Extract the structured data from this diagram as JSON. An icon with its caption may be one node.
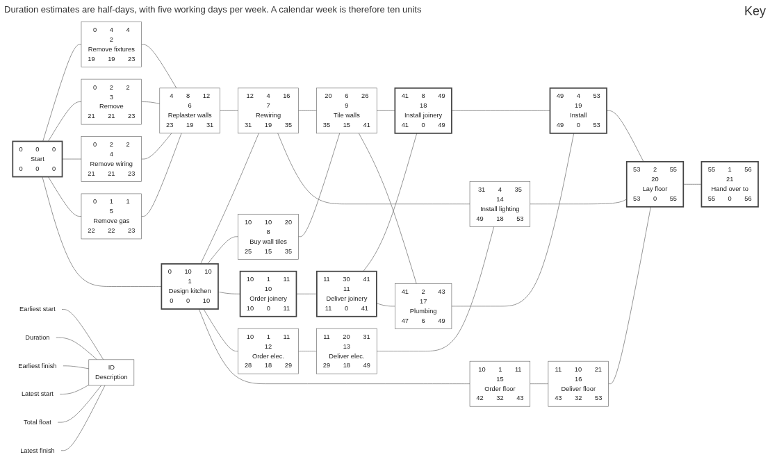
{
  "diagram": {
    "nodes": [
      {
        "text": [
          "0",
          "0",
          "0",
          "Start",
          "0",
          "0",
          "0"
        ]
      },
      {
        "text": [
          "0",
          "10",
          "10",
          "1",
          "Design kitchen",
          "0",
          "0",
          "10"
        ]
      },
      {
        "text": [
          "0",
          "4",
          "4",
          "2",
          "Remove fixtures",
          "19",
          "19",
          "23"
        ]
      },
      {
        "text": [
          "0",
          "2",
          "2",
          "3",
          "Remove",
          "21",
          "21",
          "23"
        ]
      },
      {
        "text": [
          "0",
          "2",
          "2",
          "4",
          "Remove wiring",
          "21",
          "21",
          "23"
        ]
      },
      {
        "text": [
          "0",
          "1",
          "1",
          "5",
          "Remove gas",
          "22",
          "22",
          "23"
        ]
      },
      {
        "text": [
          "4",
          "8",
          "12",
          "6",
          "Replaster walls",
          "23",
          "19",
          "31"
        ]
      },
      {
        "text": [
          "12",
          "4",
          "16",
          "7",
          "Rewiring",
          "31",
          "19",
          "35"
        ]
      },
      {
        "text": [
          "10",
          "10",
          "20",
          "8",
          "Buy wall tiles",
          "25",
          "15",
          "35"
        ]
      },
      {
        "text": [
          "20",
          "6",
          "26",
          "9",
          "Tile walls",
          "35",
          "15",
          "41"
        ]
      },
      {
        "text": [
          "10",
          "1",
          "11",
          "10",
          "Order joinery",
          "10",
          "0",
          "11"
        ]
      },
      {
        "text": [
          "11",
          "30",
          "41",
          "11",
          "Deliver joinery",
          "11",
          "0",
          "41"
        ]
      },
      {
        "text": [
          "10",
          "1",
          "11",
          "12",
          "Order elec.",
          "28",
          "18",
          "29"
        ]
      },
      {
        "text": [
          "11",
          "20",
          "31",
          "13",
          "Deliver elec.",
          "29",
          "18",
          "49"
        ]
      },
      {
        "text": [
          "31",
          "4",
          "35",
          "14",
          "Install lighting",
          "49",
          "18",
          "53"
        ]
      },
      {
        "text": [
          "10",
          "1",
          "11",
          "15",
          "Order floor",
          "42",
          "32",
          "43"
        ]
      },
      {
        "text": [
          "11",
          "10",
          "21",
          "16",
          "Deliver floor",
          "43",
          "32",
          "53"
        ]
      },
      {
        "text": [
          "41",
          "2",
          "43",
          "17",
          "Plumbing",
          "47",
          "6",
          "49"
        ]
      },
      {
        "text": [
          "41",
          "8",
          "49",
          "18",
          "Install joinery",
          "41",
          "0",
          "49"
        ]
      },
      {
        "text": [
          "49",
          "4",
          "53",
          "19",
          "Install",
          "49",
          "0",
          "53"
        ]
      },
      {
        "text": [
          "53",
          "2",
          "55",
          "20",
          "Lay floor",
          "53",
          "0",
          "55"
        ]
      },
      {
        "text": [
          "55",
          "1",
          "56",
          "21",
          "Hand over to",
          "55",
          "0",
          "56"
        ]
      },
      {
        "text": [
          "ID",
          "Description"
        ]
      },
      {
        "text": [
          "Earliest start"
        ]
      },
      {
        "text": [
          "Duration"
        ]
      },
      {
        "text": [
          "Earliest finish"
        ]
      },
      {
        "text": [
          "Latest start"
        ]
      },
      {
        "text": [
          "Total float"
        ]
      },
      {
        "text": [
          "Latest finish"
        ]
      }
    ],
    "edges": [
      {
        "from": 0,
        "to": 2,
        "arrow": "none"
      },
      {
        "from": 0,
        "to": 3,
        "arrow": "none"
      },
      {
        "from": 0,
        "to": 4,
        "arrow": "none"
      },
      {
        "from": 0,
        "to": 5,
        "arrow": "none"
      },
      {
        "from": 0,
        "to": 1,
        "arrow": "none"
      },
      {
        "from": 2,
        "to": 6,
        "arrow": "none"
      },
      {
        "from": 3,
        "to": 6,
        "arrow": "none"
      },
      {
        "from": 4,
        "to": 6,
        "arrow": "none"
      },
      {
        "from": 5,
        "to": 6,
        "arrow": "none"
      },
      {
        "from": 6,
        "to": 7,
        "arrow": "none"
      },
      {
        "from": 1,
        "to": 7,
        "arrow": "none"
      },
      {
        "from": 1,
        "to": 8,
        "arrow": "none"
      },
      {
        "from": 1,
        "to": 10,
        "arrow": "none"
      },
      {
        "from": 1,
        "to": 12,
        "arrow": "none"
      },
      {
        "from": 1,
        "to": 15,
        "arrow": "none"
      },
      {
        "from": 7,
        "to": 9,
        "arrow": "none"
      },
      {
        "from": 8,
        "to": 9,
        "arrow": "none"
      },
      {
        "from": 7,
        "to": 14,
        "arrow": "none"
      },
      {
        "from": 9,
        "to": 18,
        "arrow": "none"
      },
      {
        "from": 9,
        "to": 17,
        "arrow": "none"
      },
      {
        "from": 10,
        "to": 11,
        "arrow": "none"
      },
      {
        "from": 11,
        "to": 18,
        "arrow": "none"
      },
      {
        "from": 11,
        "to": 17,
        "arrow": "none"
      },
      {
        "from": 12,
        "to": 13,
        "arrow": "none"
      },
      {
        "from": 13,
        "to": 14,
        "arrow": "none"
      },
      {
        "from": 15,
        "to": 16,
        "arrow": "none"
      },
      {
        "from": 17,
        "to": 19,
        "arrow": "none"
      },
      {
        "from": 18,
        "to": 19,
        "arrow": "none"
      },
      {
        "from": 19,
        "to": 20,
        "arrow": "none"
      },
      {
        "from": 14,
        "to": 20,
        "arrow": "none"
      },
      {
        "from": 16,
        "to": 20,
        "arrow": "none"
      },
      {
        "from": 20,
        "to": 21,
        "arrow": "none"
      },
      {
        "from": 23,
        "to": 22,
        "arrow": "none"
      },
      {
        "from": 24,
        "to": 22,
        "arrow": "none"
      },
      {
        "from": 25,
        "to": 22,
        "arrow": "none"
      },
      {
        "from": 26,
        "to": 22,
        "arrow": "none"
      },
      {
        "from": 27,
        "to": 22,
        "arrow": "none"
      },
      {
        "from": 28,
        "to": 22,
        "arrow": "none"
      }
    ],
    "labels": [
      "Duration estimates are half-days, with five working days per week. A calendar week is therefore ten units",
      "Key"
    ]
  }
}
